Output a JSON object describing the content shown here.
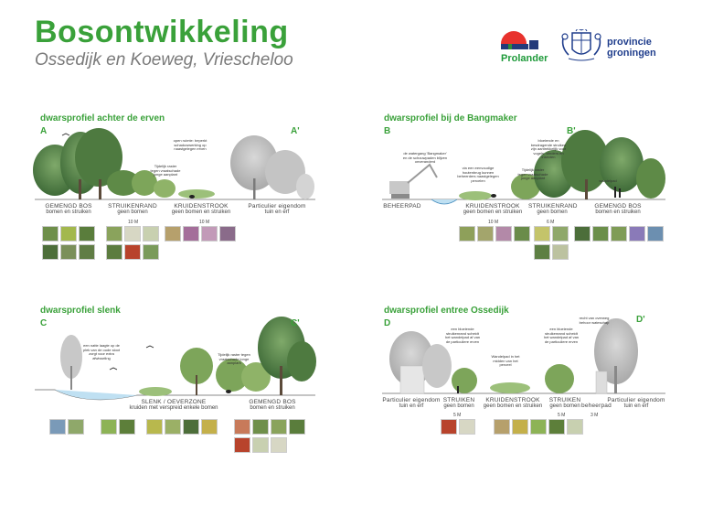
{
  "header": {
    "title": "Bosontwikkeling",
    "subtitle": "Ossedijk en Koeweg, Vriescheloo"
  },
  "logos": {
    "prolander": "Prolander",
    "provincie_line1": "provincie",
    "provincie_line2": "groningen"
  },
  "colors": {
    "title_green": "#3aa13a",
    "prolander_red": "#e8322d",
    "prolander_blue": "#243a7a",
    "water_blue": "#bfe0f2"
  },
  "panels": {
    "a": {
      "title": "dwarsprofiel achter de erven",
      "start": "A",
      "end": "A'",
      "zones": [
        {
          "name": "GEMENGD BOS",
          "desc": "bomen en struiken"
        },
        {
          "name": "STRUIKENRAND",
          "desc": "geen bomen"
        },
        {
          "name": "KRUIDENSTROOK",
          "desc": "geen bomen en struiken"
        },
        {
          "name": "Particulier eigendom",
          "desc": "tuin en erf"
        }
      ],
      "measures": [
        "10 M",
        "10 M"
      ],
      "notes": [
        "open ruimte: beperkt schaduwwerking op naastgelegen erven",
        "Tijdelijk raster tegen vraatschade jonge aanplant"
      ]
    },
    "b": {
      "title": "dwarsprofiel  bij de Bangmaker",
      "start": "B",
      "end": "B'",
      "zones": [
        {
          "name": "BEHEERPAD",
          "desc": ""
        },
        {
          "name": "KRUIDENSTROOK",
          "desc": "geen bomen en struiken"
        },
        {
          "name": "STRUIKENRAND",
          "desc": "geen bomen"
        },
        {
          "name": "GEMENGD BOS",
          "desc": "bomen en struiken"
        }
      ],
      "measures": [
        "10 M",
        "6 M"
      ],
      "notes": [
        "de watergang 'Bangmaker' en de schouwpaden blijven onveranderd",
        "via een eenvoudige houtenbrug kunnen beheerders naastgelegen percelen",
        "Tijdelijk raster tegen vraatschade jonge aanplant",
        "bloeiende en besdragende struiken zijn aantrekkelijk voor vogels, vlinders en insecten",
        "wandelpad"
      ]
    },
    "c": {
      "title": "dwarsprofiel slenk",
      "start": "C",
      "end": "C'",
      "zones": [
        {
          "name": "SLENK / OEVERZONE",
          "desc": "kruiden met verspreid enkele bomen"
        },
        {
          "name": "GEMENGD BOS",
          "desc": "bomen en struiken"
        }
      ],
      "notes": [
        "een natte laagte op de plek van de oude sloot zorgt voor extra afwisseling",
        "Tijdelijk raster tegen vraatschade jonge aanplant"
      ]
    },
    "d": {
      "title": "dwarsprofiel entree Ossedijk",
      "start": "D",
      "end": "D'",
      "zones": [
        {
          "name": "Particulier eigendom",
          "desc": "tuin en erf"
        },
        {
          "name": "STRUIKEN",
          "desc": "geen bomen"
        },
        {
          "name": "KRUIDENSTROOK",
          "desc": "geen bomen en struiken"
        },
        {
          "name": "STRUIKEN",
          "desc": "geen bomen"
        },
        {
          "name": "beheerpad",
          "desc": ""
        },
        {
          "name": "Particulier eigendom",
          "desc": "tuin en erf"
        }
      ],
      "measures": [
        "5 M",
        "5 M",
        "3 M"
      ],
      "notes": [
        "een bloeiende struikenrand scheidt het wandelpad af van de particuliere erven",
        "Wandelpad in het midden van het perceel",
        "een bloeiende struikenrand scheidt het wandelpad af van de particuliere erven",
        "recht van overweg behoor wateschap"
      ]
    }
  }
}
